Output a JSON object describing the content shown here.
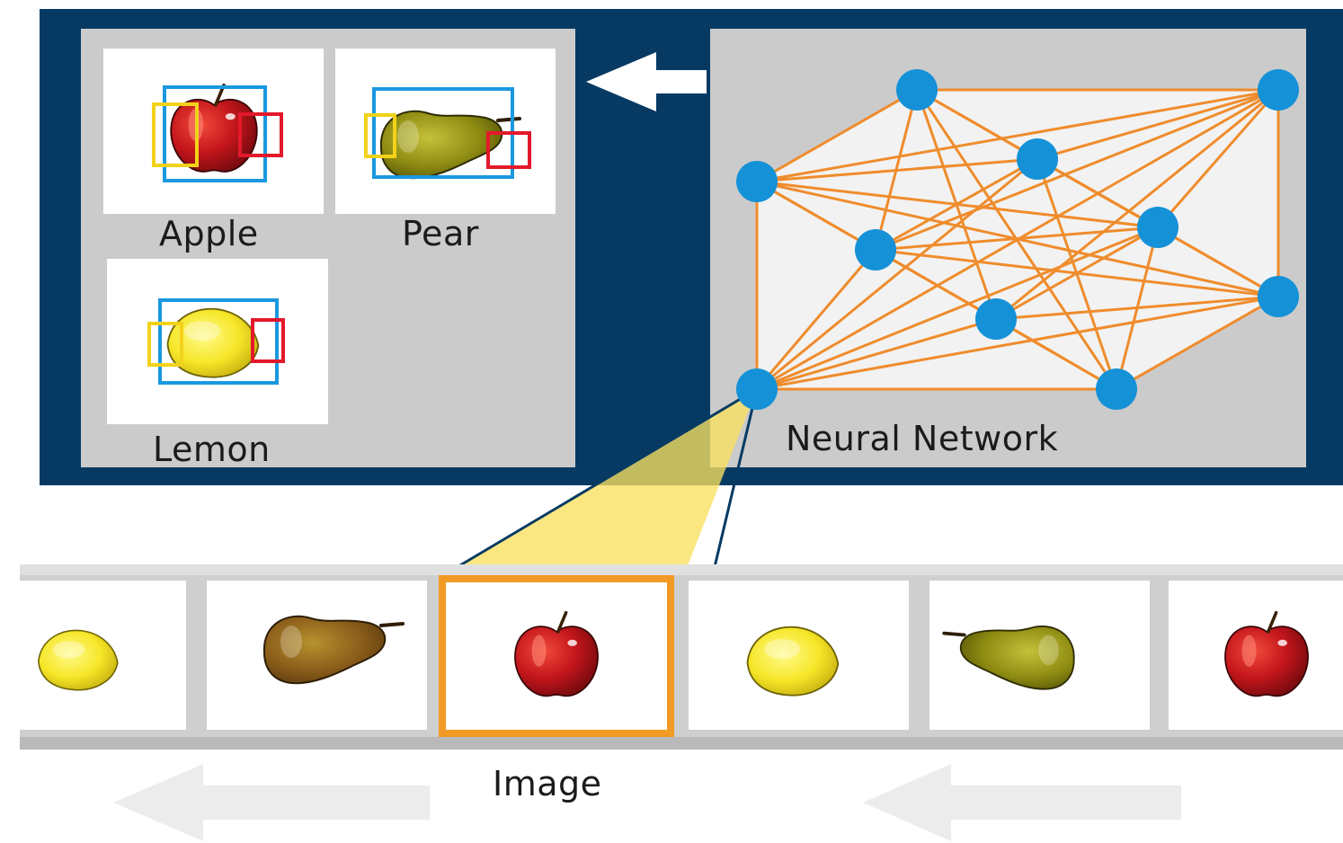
{
  "colors": {
    "navy": "#063a63",
    "panel_gray": "#cbcbcb",
    "node_blue": "#1591d8",
    "edge_orange": "#ef8c2c",
    "box_blue": "#1a98e0",
    "box_yellow": "#f2d21a",
    "box_red": "#e3192b",
    "selection_orange": "#f29a26",
    "projection_yellow": "#f8e05f",
    "conveyor_arrow": "#ececec"
  },
  "labels": {
    "apple": "Apple",
    "pear": "Pear",
    "lemon": "Lemon",
    "network": "Neural Network",
    "image": "Image"
  },
  "icons": {
    "output_arrow": "arrow-left-icon",
    "conveyor_arrows": "arrow-left-icon"
  },
  "conveyor": {
    "items": [
      "lemon",
      "pear",
      "apple",
      "lemon",
      "pear",
      "apple"
    ],
    "selected_index": 2
  }
}
